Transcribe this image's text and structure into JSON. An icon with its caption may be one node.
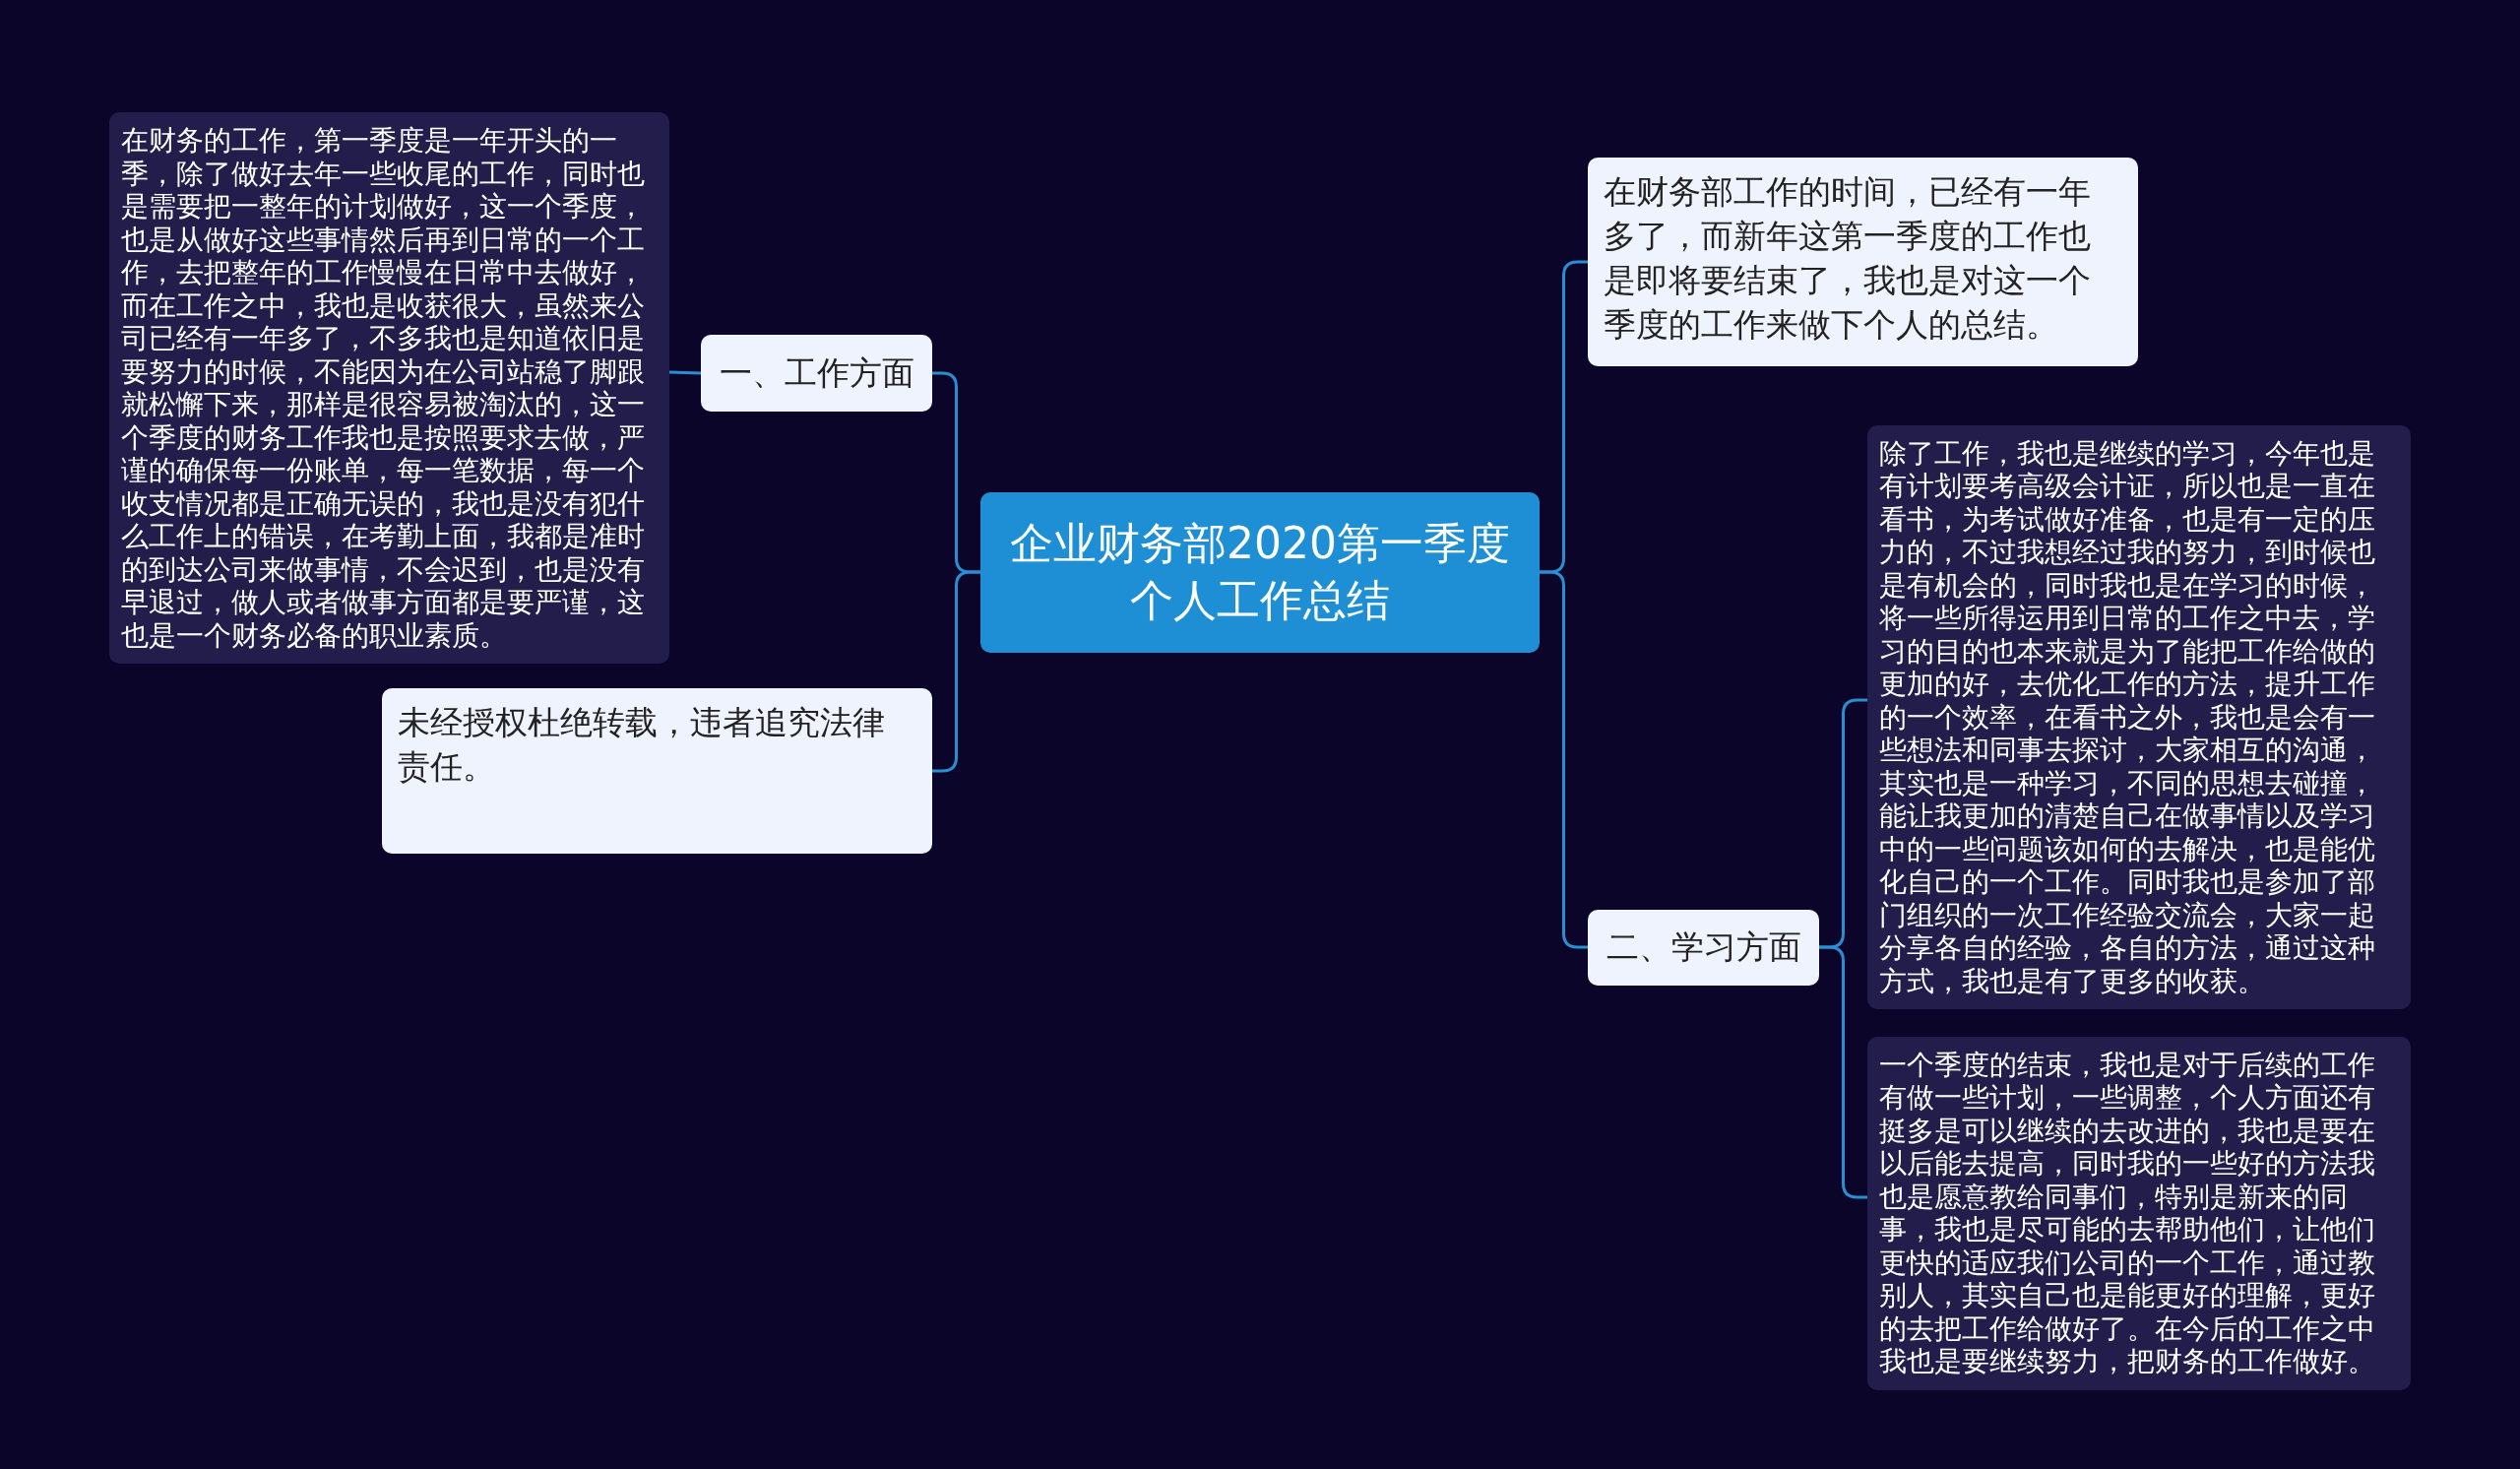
{
  "diagram": {
    "nodes": [
      {
        "text": [
          "企业财务部2020第一季度个人工作总结"
        ]
      },
      {
        "text": [
          "一、工作方面"
        ]
      },
      {
        "text": [
          "在财务的工作，第一季度是一年开头的一季，除了做好去年一些收尾的工作，同时也是需要把一整年的计划做好，这一个季度，也是从做好这些事情然后再到日常的一个工作，去把整年的工作慢慢在日常中去做好，而在工作之中，我也是收获很大，虽然来公司已经有一年多了，不多我也是知道依旧是要努力的时候，不能因为在公司站稳了脚跟就松懈下来，那样是很容易被淘汰的，这一个季度的财务工作我也是按照要求去做，严谨的确保每一份账单，每一笔数据，每一个收支情况都是正确无误的，我也是没有犯什么工作上的错误，在考勤上面，我都是准时的到达公司来做事情，不会迟到，也是没有早退过，做人或者做事方面都是要严谨，这也是一个财务必备的职业素质。"
        ]
      },
      {
        "text": [
          "未经授权杜绝转载，违者追究法律责任。"
        ]
      },
      {
        "text": [
          "在财务部工作的时间，已经有一年多了，而新年这第一季度的工作也是即将要结束了，我也是对这一个季度的工作来做下个人的总结。"
        ]
      },
      {
        "text": [
          "二、学习方面"
        ]
      },
      {
        "text": [
          "除了工作，我也是继续的学习，今年也是有计划要考高级会计证，所以也是一直在看书，为考试做好准备，也是有一定的压力的，不过我想经过我的努力，到时候也是有机会的，同时我也是在学习的时候，将一些所得运用到日常的工作之中去，学习的目的也本来就是为了能把工作给做的更加的好，去优化工作的方法，提升工作的一个效率，在看书之外，我也是会有一些想法和同事去探讨，大家相互的沟通，其实也是一种学习，不同的思想去碰撞，能让我更加的清楚自己在做事情以及学习中的一些问题该如何的去解决，也是能优化自己的一个工作。同时我也是参加了部门组织的一次工作经验交流会，大家一起分享各自的经验，各自的方法，通过这种方式，我也是有了更多的收获。"
        ]
      },
      {
        "text": [
          "一个季度的结束，我也是对于后续的工作有做一些计划，一些调整，个人方面还有挺多是可以继续的去改进的，我也是要在以后能去提高，同时我的一些好的方法我也是愿意教给同事们，特别是新来的同事，我也是尽可能的去帮助他们，让他们更快的适应我们公司的一个工作，通过教别人，其实自己也是能更好的理解，更好的去把工作给做好了。在今后的工作之中我也是要继续努力，把财务的工作做好。"
        ]
      }
    ],
    "edges": [
      {
        "from": 0,
        "to": 1,
        "arrow": "none"
      },
      {
        "from": 1,
        "to": 2,
        "arrow": "none"
      },
      {
        "from": 0,
        "to": 3,
        "arrow": "none"
      },
      {
        "from": 0,
        "to": 4,
        "arrow": "none"
      },
      {
        "from": 0,
        "to": 5,
        "arrow": "none"
      },
      {
        "from": 5,
        "to": 6,
        "arrow": "none"
      },
      {
        "from": 5,
        "to": 7,
        "arrow": "none"
      }
    ]
  }
}
